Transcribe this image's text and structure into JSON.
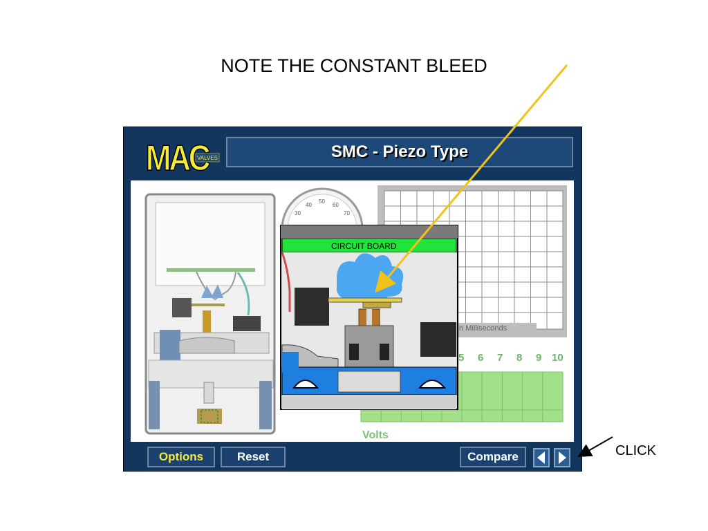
{
  "slide": {
    "title": "NOTE THE CONSTANT BLEED",
    "click_label": "CLICK"
  },
  "app": {
    "logo_main": "MAC",
    "logo_sub": "VALVES",
    "window_title": "SMC - Piezo Type",
    "graph_time_label": "In Milliseconds",
    "volts_label": "Volts",
    "volt_ticks": [
      "5",
      "6",
      "7",
      "8",
      "9",
      "10"
    ],
    "gauge_ticks": [
      "30",
      "40",
      "50",
      "60",
      "70"
    ],
    "circuit_board_label": "CIRCUIT BOARD",
    "buttons": {
      "options": "Options",
      "reset": "Reset",
      "compare": "Compare"
    },
    "icons": {
      "prev": "triangle-left-icon",
      "next": "triangle-right-icon"
    }
  },
  "colors": {
    "panel_bg": "#13365f",
    "accent_yellow": "#f6ea3a",
    "annotation_arrow": "#f2c21a",
    "circuit_green": "#22e33a",
    "bleed_blue": "#3aa0f2",
    "volt_green": "#a2e08a"
  }
}
